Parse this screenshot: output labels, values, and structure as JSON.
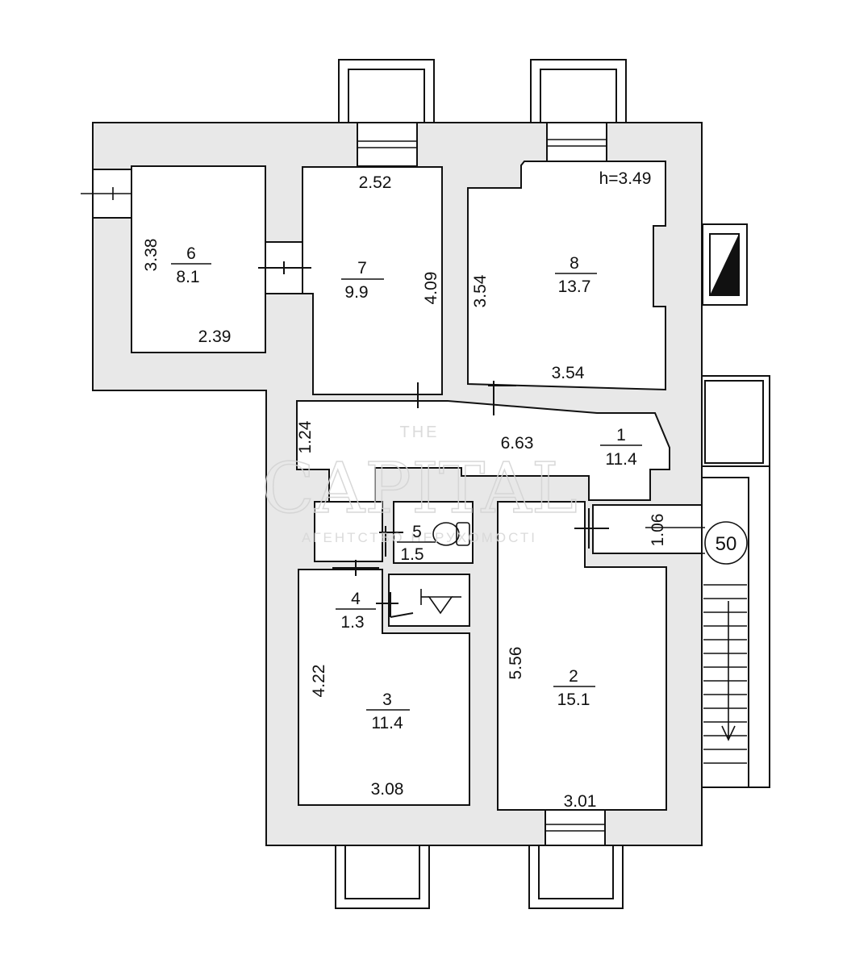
{
  "plan": {
    "ceiling_height": "h=3.49",
    "stair_marker": "50",
    "rooms": [
      {
        "number": "1",
        "area": "11.4"
      },
      {
        "number": "2",
        "area": "15.1"
      },
      {
        "number": "3",
        "area": "11.4"
      },
      {
        "number": "4",
        "area": "1.3"
      },
      {
        "number": "5",
        "area": "1.5"
      },
      {
        "number": "6",
        "area": "8.1"
      },
      {
        "number": "7",
        "area": "9.9"
      },
      {
        "number": "8",
        "area": "13.7"
      }
    ],
    "dimensions": {
      "room6_height": "3.38",
      "room6_width": "2.39",
      "room7_width": "2.52",
      "room7_height": "4.09",
      "room8_height": "3.54",
      "room8_width": "3.54",
      "corridor_length": "6.63",
      "corridor_height": "1.24",
      "passage_width": "1.06",
      "room3_height": "4.22",
      "room3_width": "3.08",
      "room2_height": "5.56",
      "room2_width": "3.01"
    }
  },
  "watermark": {
    "top": "THE",
    "main": "CAPITAL",
    "sub": "АГЕНТСТВО НЕРУХОМОСТІ"
  }
}
